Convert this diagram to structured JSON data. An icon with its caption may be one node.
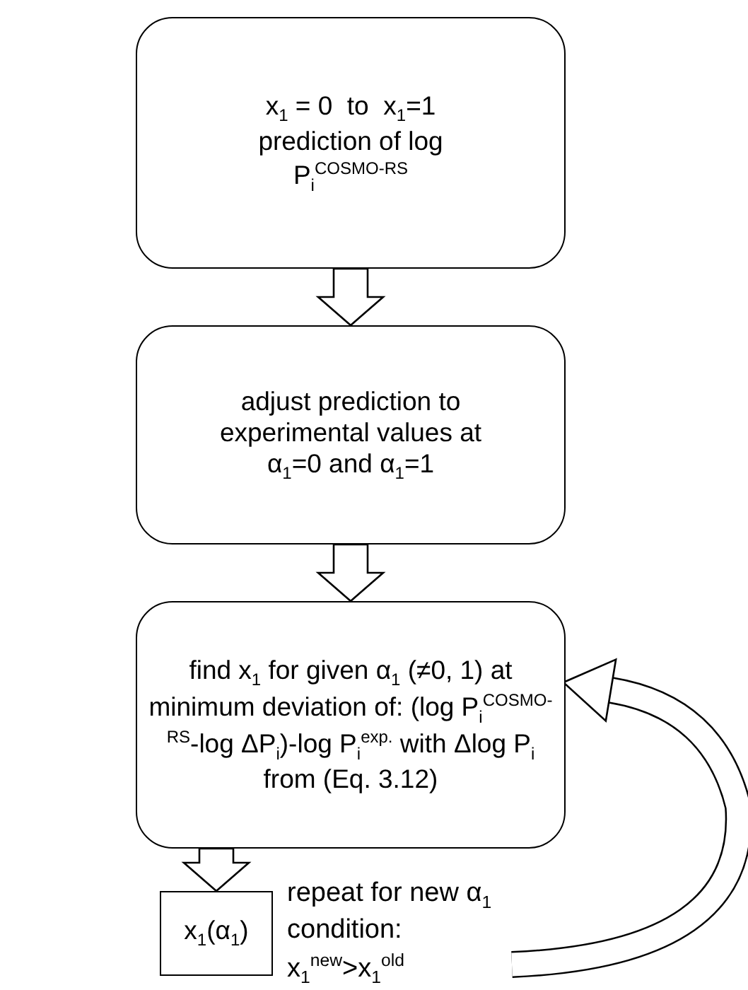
{
  "diagram": {
    "nodes": [
      {
        "text": [
          "x$_{1}$ = 0  to  x$_{1}$=1 prediction of log P$_{i}$$^{COSMO-RS}$"
        ]
      },
      {
        "text": [
          "adjust prediction to experimental values at α$_{1}$=0 and α$_{1}$=1"
        ]
      },
      {
        "text": [
          "find x$_{1}$ for given α$_{1}$ (≠0, 1) at minimum deviation of: (log P$_{i}$$^{COSMO-RS}$-log ΔP$_{i}$)-log P$_{i}$$^{exp.}$ with Δlog P$_{i}$ from (Eq. 3.12)"
        ]
      },
      {
        "text": [
          "x$_{1}$(α$_{1}$)"
        ]
      },
      {
        "text": [
          "repeat for new α$_{1}$ condition: x$_{1}$$^{new}$>x$_{1}$$^{old}$"
        ]
      }
    ],
    "edges": [
      {
        "from": 0,
        "to": 1,
        "arrow": "to"
      },
      {
        "from": 1,
        "to": 2,
        "arrow": "to"
      },
      {
        "from": 2,
        "to": 3,
        "arrow": "to"
      },
      {
        "from": 4,
        "to": 2,
        "arrow": "to"
      }
    ]
  }
}
